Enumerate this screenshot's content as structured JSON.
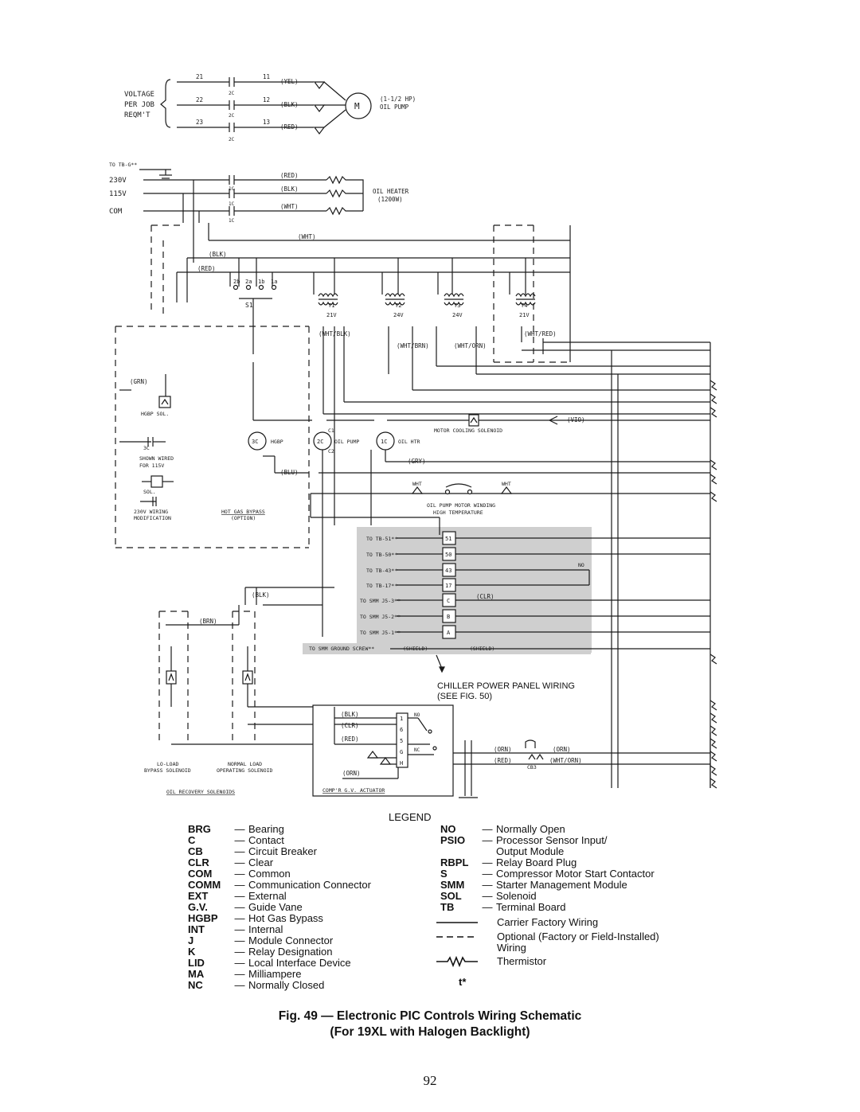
{
  "schematic": {
    "voltage_label": [
      "VOLTAGE",
      "PER JOB",
      "REQM'T"
    ],
    "pump_note": [
      "(1-1/2 HP)",
      "OIL PUMP"
    ],
    "motor_letter": "M",
    "wire_numbers_top": [
      "21",
      "11",
      "22",
      "12",
      "23",
      "13"
    ],
    "contact_2c": "2C",
    "contact_1c": "1C",
    "tb_ground": "TO TB-G**",
    "supply_labels": [
      "230V",
      "115V",
      "COM"
    ],
    "oil_heater": [
      "OIL HEATER",
      "(1200W)"
    ],
    "wire_colors": {
      "yel": "(YEL)",
      "blk": "(BLK)",
      "red": "(RED)",
      "wht": "(WHT)",
      "brn": "(BRN)",
      "blu": "(BLU)",
      "grn": "(GRN)",
      "orn": "(ORN)",
      "gry": "(GRY)",
      "vio": "(VIO)",
      "clr": "(CLR)",
      "shield": "(SHIELD)"
    },
    "transformers": [
      {
        "name": "T1",
        "volt": "21V"
      },
      {
        "name": "T2",
        "volt": "24V"
      },
      {
        "name": "T3",
        "volt": "24V"
      },
      {
        "name": "T4",
        "volt": "21V"
      }
    ],
    "switch_s1": "S1",
    "switch_terms": [
      "2b",
      "2a",
      "1b",
      "1a"
    ],
    "hgbp_sol": "HGBP SOL.",
    "three_c": "3C",
    "shown_wired": [
      "SHOWN WIRED",
      "FOR 115V"
    ],
    "sol_label": "SOL.",
    "wiring_mod": [
      "230V WIRING",
      "MODIFICATION"
    ],
    "hot_gas_bypass": [
      "HOT GAS BYPASS",
      "(OPTION)"
    ],
    "coils": {
      "hgbp": "HGBP",
      "oil_pump": "OIL PUMP",
      "oil_htr": "OIL HTR"
    },
    "coil_tags": [
      "3C",
      "2C",
      "1C",
      "C1",
      "C2"
    ],
    "motor_cooling_sol": "MOTOR COOLING SOLENOID",
    "oil_pump_winding": [
      "OIL PUMP MOTOR WINDING",
      "HIGH TEMPERATURE"
    ],
    "wht_tag": "WHT",
    "tb_refs": [
      "TO TB-51**",
      "TO TB-50**",
      "TO TB-43**",
      "TO TB-17**"
    ],
    "smm_refs": [
      "TO SMM J5-3**",
      "TO SMM J5-2**",
      "TO SMM J5-1**",
      "TO SMM GROUND SCREW**"
    ],
    "terminal_tags": [
      "51",
      "50",
      "43",
      "17",
      "C",
      "B",
      "A"
    ],
    "no_tag": "NO",
    "nc_tag": "NC",
    "lo_load": [
      "LO-LOAD",
      "BYPASS SOLENOID"
    ],
    "normal_load": [
      "NORMAL LOAD",
      "OPERATING SOLENOID"
    ],
    "oil_recovery": "OIL RECOVERY SOLENOIDS",
    "actuator": "COMP'R G.V. ACTUATOR",
    "actuator_pins": [
      "1",
      "6",
      "5",
      "G",
      "H"
    ],
    "cb3": "CB3",
    "wht_orn": "(WHT/ORN)",
    "wht_blk": "(WHT/BLK)",
    "wht_brn": "(WHT/BRN)",
    "wht_red": "(WHT/RED)"
  },
  "panel_ref": [
    "CHILLER POWER PANEL WIRING",
    "(SEE FIG. 50)"
  ],
  "legend": {
    "title": "LEGEND",
    "left": [
      {
        "abbr": "BRG",
        "desc": "Bearing"
      },
      {
        "abbr": "C",
        "desc": "Contact"
      },
      {
        "abbr": "CB",
        "desc": "Circuit Breaker"
      },
      {
        "abbr": "CLR",
        "desc": "Clear"
      },
      {
        "abbr": "COM",
        "desc": "Common"
      },
      {
        "abbr": "COMM",
        "desc": "Communication Connector"
      },
      {
        "abbr": "EXT",
        "desc": "External"
      },
      {
        "abbr": "G.V.",
        "desc": "Guide Vane"
      },
      {
        "abbr": "HGBP",
        "desc": "Hot Gas Bypass"
      },
      {
        "abbr": "INT",
        "desc": "Internal"
      },
      {
        "abbr": "J",
        "desc": "Module Connector"
      },
      {
        "abbr": "K",
        "desc": "Relay Designation"
      },
      {
        "abbr": "LID",
        "desc": "Local Interface Device"
      },
      {
        "abbr": "MA",
        "desc": "Milliampere"
      },
      {
        "abbr": "NC",
        "desc": "Normally Closed"
      }
    ],
    "right": [
      {
        "abbr": "NO",
        "desc": "Normally Open"
      },
      {
        "abbr": "PSIO",
        "desc": "Processor Sensor Input/"
      },
      {
        "abbr": "",
        "desc": "Output Module",
        "nodash": true
      },
      {
        "abbr": "RBPL",
        "desc": "Relay Board Plug"
      },
      {
        "abbr": "S",
        "desc": "Compressor Motor Start Contactor"
      },
      {
        "abbr": "SMM",
        "desc": "Starter Management Module"
      },
      {
        "abbr": "SOL",
        "desc": "Solenoid"
      },
      {
        "abbr": "TB",
        "desc": "Terminal Board"
      }
    ],
    "factory_wiring": "Carrier Factory Wiring",
    "optional_wiring": [
      "Optional (Factory or Field-Installed)",
      "Wiring"
    ],
    "thermistor": "Thermistor",
    "thermistor_symbol": "t*",
    "dash_char": "—"
  },
  "caption": {
    "line1": "Fig. 49 — Electronic PIC Controls Wiring Schematic",
    "line2": "(For 19XL with Halogen Backlight)"
  },
  "page_number": "92"
}
